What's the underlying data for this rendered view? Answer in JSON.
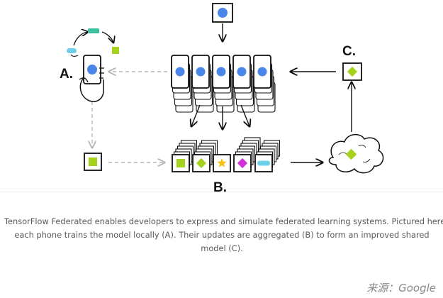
{
  "diagram": {
    "labels": {
      "a": "A.",
      "b": "B.",
      "c": "C."
    },
    "colors": {
      "model_blue": "#4a86e8",
      "update_green": "#a4d21d",
      "update_teal": "#3cc0a0",
      "update_yellow": "#f4c20d",
      "update_magenta": "#d330d8",
      "update_lightblue": "#6ed0e8",
      "ink": "#111111",
      "dashed_gray": "#b5b5b5"
    }
  },
  "caption": {
    "line1": "TensorFlow Federated enables developers to express and simulate federated learning systems. Pictured here,",
    "line2": "each phone trains the model locally (A). Their updates are aggregated (B) to form an improved shared",
    "line3": "model (C)."
  },
  "source": "来源：Google"
}
